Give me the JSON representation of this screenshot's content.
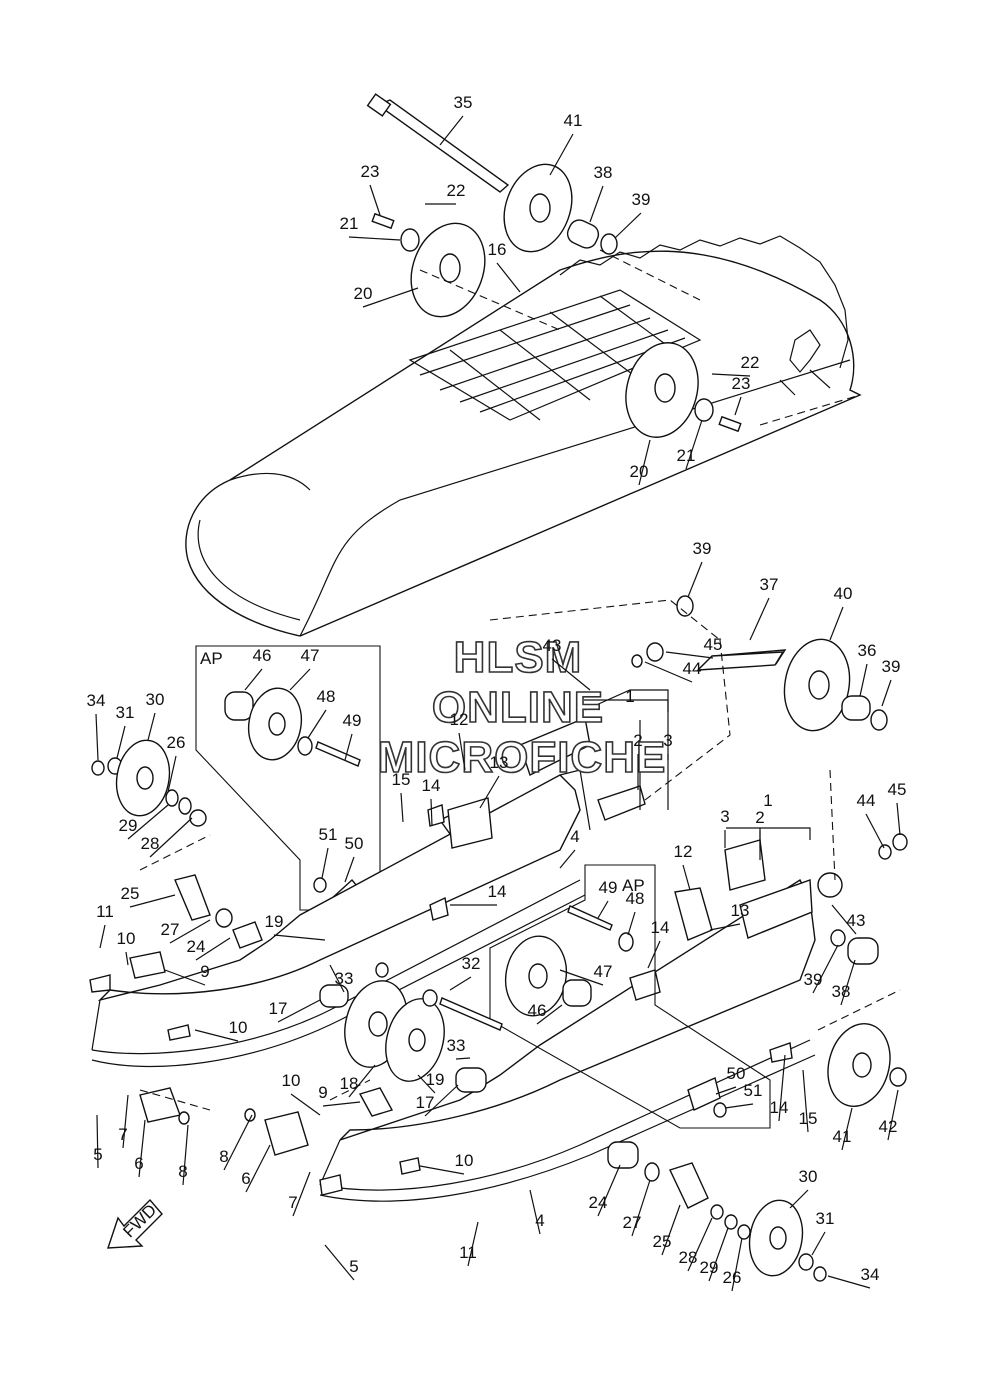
{
  "watermark": {
    "line1": "HLSM",
    "line2": "ONLINE",
    "line3": "MICROFICHE"
  },
  "groups": {
    "ap_left": "AP",
    "ap_right": "AP"
  },
  "fwd_arrow": "FWD",
  "callouts": [
    {
      "id": "c35",
      "text": "35"
    },
    {
      "id": "c41a",
      "text": "41"
    },
    {
      "id": "c23a",
      "text": "23"
    },
    {
      "id": "c22a",
      "text": "22"
    },
    {
      "id": "c38a",
      "text": "38"
    },
    {
      "id": "c39a",
      "text": "39"
    },
    {
      "id": "c21a",
      "text": "21"
    },
    {
      "id": "c16",
      "text": "16"
    },
    {
      "id": "c20a",
      "text": "20"
    },
    {
      "id": "c22b",
      "text": "22"
    },
    {
      "id": "c23b",
      "text": "23"
    },
    {
      "id": "c21b",
      "text": "21"
    },
    {
      "id": "c20b",
      "text": "20"
    },
    {
      "id": "c39b",
      "text": "39"
    },
    {
      "id": "c37",
      "text": "37"
    },
    {
      "id": "c40",
      "text": "40"
    },
    {
      "id": "c43a",
      "text": "43"
    },
    {
      "id": "c45a",
      "text": "45"
    },
    {
      "id": "c44a",
      "text": "44"
    },
    {
      "id": "c36",
      "text": "36"
    },
    {
      "id": "c39c",
      "text": "39"
    },
    {
      "id": "c46a",
      "text": "46"
    },
    {
      "id": "c47a",
      "text": "47"
    },
    {
      "id": "c48a",
      "text": "48"
    },
    {
      "id": "c49a",
      "text": "49"
    },
    {
      "id": "c34a",
      "text": "34"
    },
    {
      "id": "c31a",
      "text": "31"
    },
    {
      "id": "c30a",
      "text": "30"
    },
    {
      "id": "c26a",
      "text": "26"
    },
    {
      "id": "c29a",
      "text": "29"
    },
    {
      "id": "c28a",
      "text": "28"
    },
    {
      "id": "c12a",
      "text": "12"
    },
    {
      "id": "c13a",
      "text": "13"
    },
    {
      "id": "c1a",
      "text": "1"
    },
    {
      "id": "c2a",
      "text": "2"
    },
    {
      "id": "c3a",
      "text": "3"
    },
    {
      "id": "c15a",
      "text": "15"
    },
    {
      "id": "c14a",
      "text": "14"
    },
    {
      "id": "c4a",
      "text": "4"
    },
    {
      "id": "c51a",
      "text": "51"
    },
    {
      "id": "c50a",
      "text": "50"
    },
    {
      "id": "c14b",
      "text": "14"
    },
    {
      "id": "c1b",
      "text": "1"
    },
    {
      "id": "c3b",
      "text": "3"
    },
    {
      "id": "c2b",
      "text": "2"
    },
    {
      "id": "c44b",
      "text": "44"
    },
    {
      "id": "c45b",
      "text": "45"
    },
    {
      "id": "c25a",
      "text": "25"
    },
    {
      "id": "c27a",
      "text": "27"
    },
    {
      "id": "c24a",
      "text": "24"
    },
    {
      "id": "c11a",
      "text": "11"
    },
    {
      "id": "c10a",
      "text": "10"
    },
    {
      "id": "c9a",
      "text": "9"
    },
    {
      "id": "c19a",
      "text": "19"
    },
    {
      "id": "c49b",
      "text": "49"
    },
    {
      "id": "c48b",
      "text": "48"
    },
    {
      "id": "c12b",
      "text": "12"
    },
    {
      "id": "c13b",
      "text": "13"
    },
    {
      "id": "c14c",
      "text": "14"
    },
    {
      "id": "c43b",
      "text": "43"
    },
    {
      "id": "c39d",
      "text": "39"
    },
    {
      "id": "c38b",
      "text": "38"
    },
    {
      "id": "c33a",
      "text": "33"
    },
    {
      "id": "c32",
      "text": "32"
    },
    {
      "id": "c47b",
      "text": "47"
    },
    {
      "id": "c46b",
      "text": "46"
    },
    {
      "id": "c17a",
      "text": "17"
    },
    {
      "id": "c10b",
      "text": "10"
    },
    {
      "id": "c18",
      "text": "18"
    },
    {
      "id": "c33b",
      "text": "33"
    },
    {
      "id": "c19b",
      "text": "19"
    },
    {
      "id": "c17b",
      "text": "17"
    },
    {
      "id": "c50b",
      "text": "50"
    },
    {
      "id": "c51b",
      "text": "51"
    },
    {
      "id": "c14d",
      "text": "14"
    },
    {
      "id": "c15b",
      "text": "15"
    },
    {
      "id": "c41b",
      "text": "41"
    },
    {
      "id": "c42",
      "text": "42"
    },
    {
      "id": "c5a",
      "text": "5"
    },
    {
      "id": "c7a",
      "text": "7"
    },
    {
      "id": "c6a",
      "text": "6"
    },
    {
      "id": "c8a",
      "text": "8"
    },
    {
      "id": "c10c",
      "text": "10"
    },
    {
      "id": "c9b",
      "text": "9"
    },
    {
      "id": "c8b",
      "text": "8"
    },
    {
      "id": "c6b",
      "text": "6"
    },
    {
      "id": "c7b",
      "text": "7"
    },
    {
      "id": "c10d",
      "text": "10"
    },
    {
      "id": "c4b",
      "text": "4"
    },
    {
      "id": "c24b",
      "text": "24"
    },
    {
      "id": "c27b",
      "text": "27"
    },
    {
      "id": "c25b",
      "text": "25"
    },
    {
      "id": "c28b",
      "text": "28"
    },
    {
      "id": "c29b",
      "text": "29"
    },
    {
      "id": "c26b",
      "text": "26"
    },
    {
      "id": "c30b",
      "text": "30"
    },
    {
      "id": "c31b",
      "text": "31"
    },
    {
      "id": "c34b",
      "text": "34"
    },
    {
      "id": "c11b",
      "text": "11"
    },
    {
      "id": "c5b",
      "text": "5"
    }
  ]
}
